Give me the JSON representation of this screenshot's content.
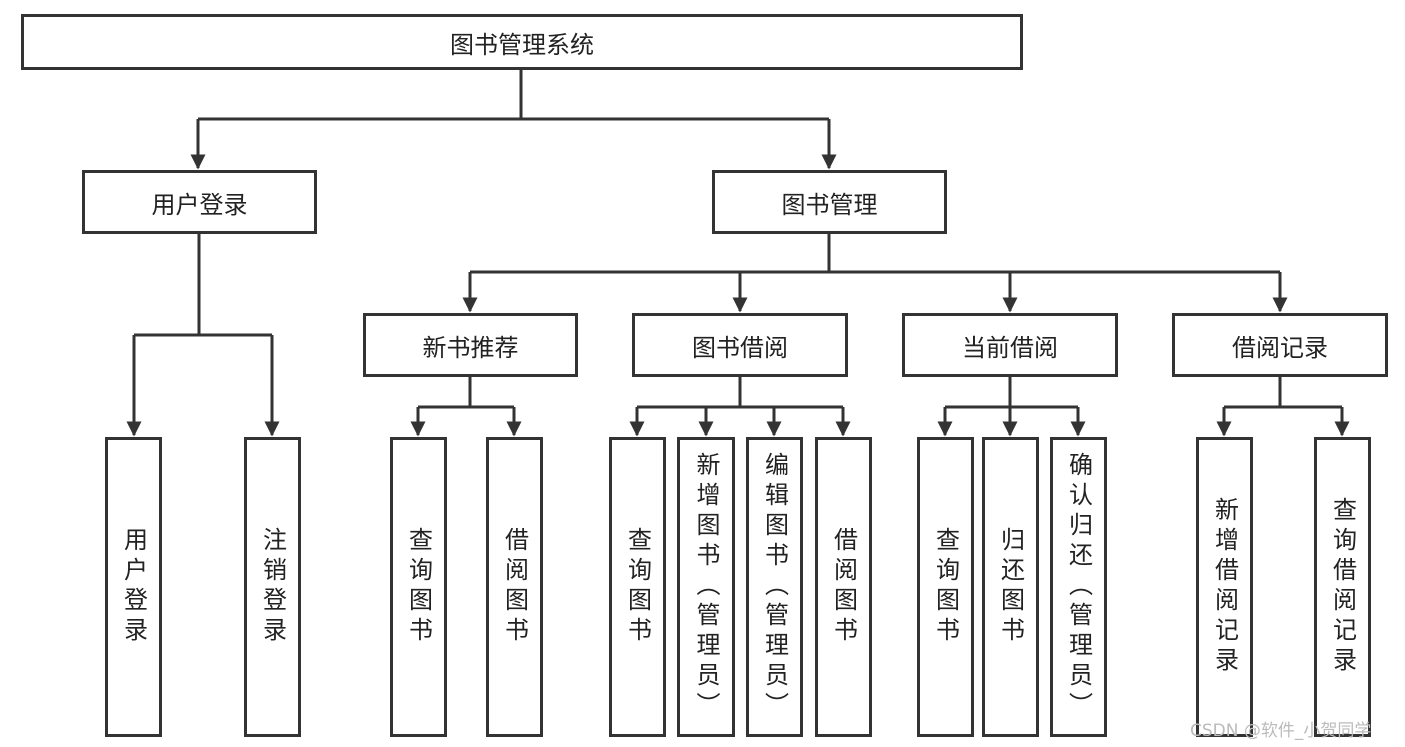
{
  "root": "图书管理系统",
  "level1": [
    "用户登录",
    "图书管理"
  ],
  "user_login": {
    "children": [
      "用户登录",
      "注销登录"
    ]
  },
  "book_mgmt": {
    "modules": [
      {
        "label": "新书推荐",
        "children": [
          "查询图书",
          "借阅图书"
        ]
      },
      {
        "label": "图书借阅",
        "children": [
          "查询图书",
          "新增图书（管理员）",
          "编辑图书（管理员）",
          "借阅图书"
        ]
      },
      {
        "label": "当前借阅",
        "children": [
          "查询图书",
          "归还图书",
          "确认归还（管理员）"
        ]
      },
      {
        "label": "借阅记录",
        "children": [
          "新增借阅记录",
          "查询借阅记录"
        ]
      }
    ]
  },
  "watermark": "CSDN @软件_小贺同学",
  "colors": {
    "stroke": "#333333"
  }
}
